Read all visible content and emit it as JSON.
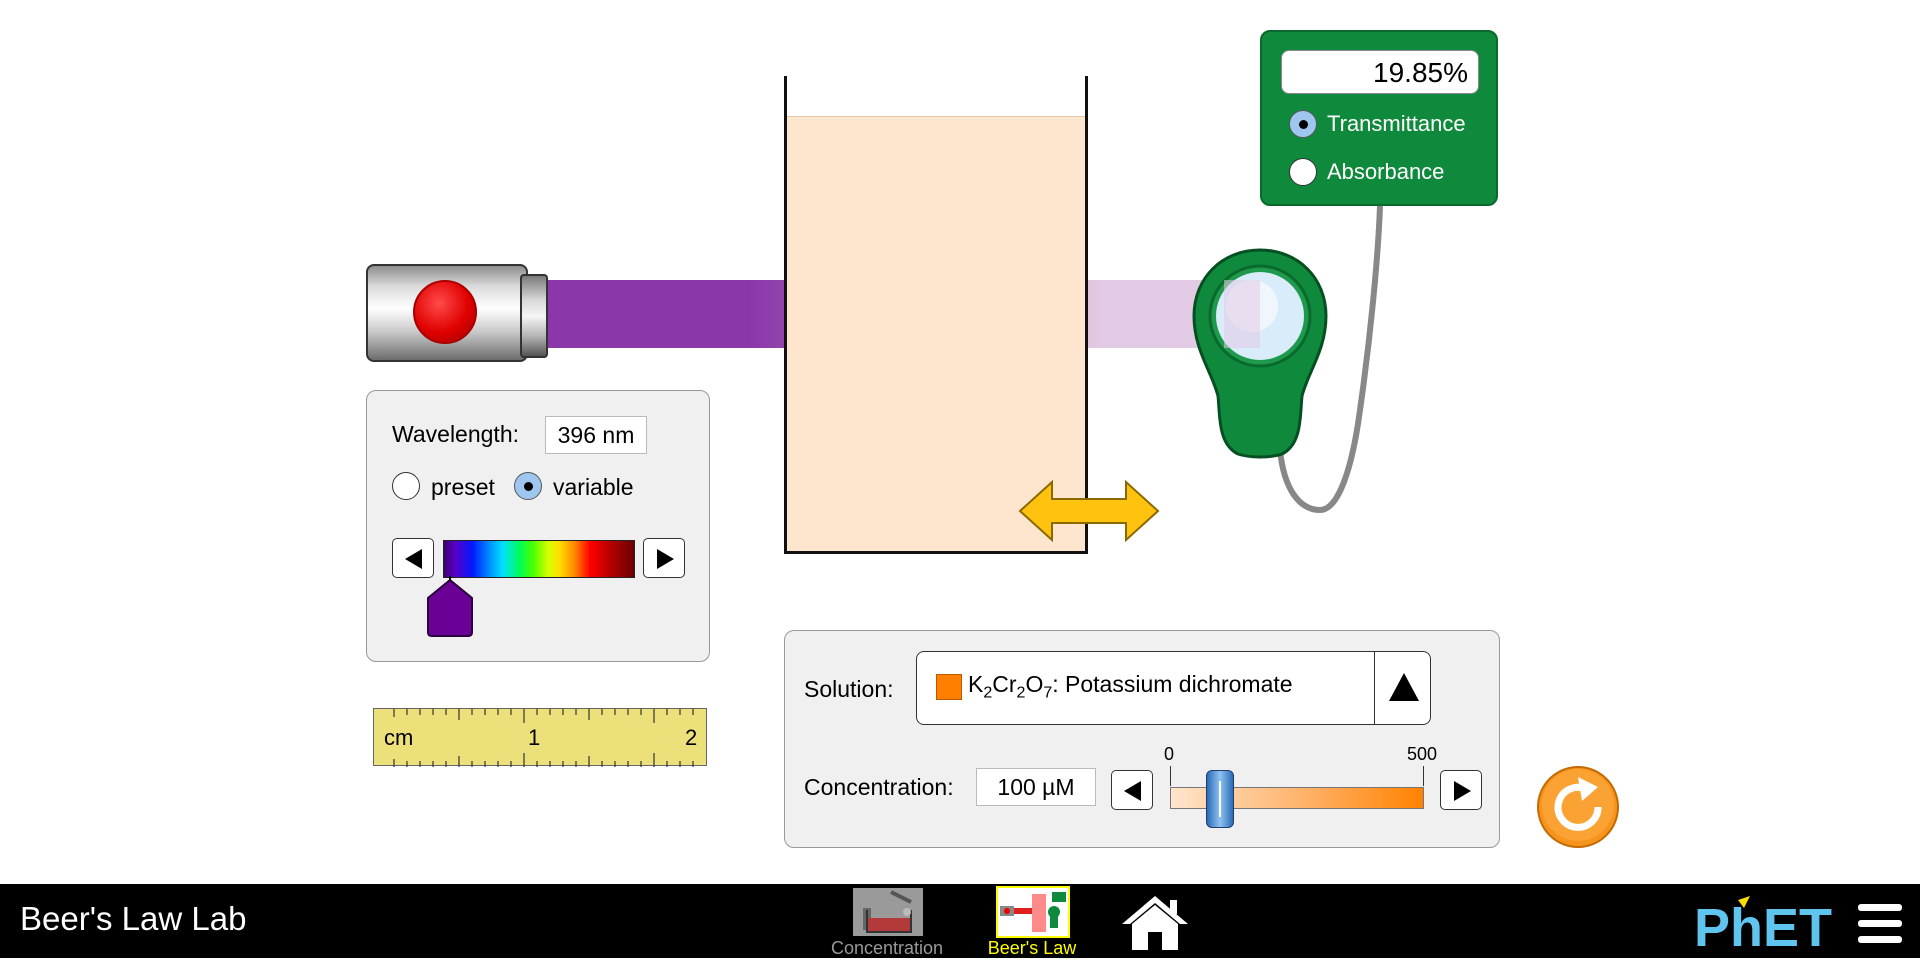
{
  "app": {
    "title": "Beer's Law Lab"
  },
  "meter": {
    "readout": "19.85%",
    "options": [
      {
        "label": "Transmittance",
        "selected": true
      },
      {
        "label": "Absorbance",
        "selected": false
      }
    ]
  },
  "wavelength": {
    "label": "Wavelength:",
    "value": "396 nm",
    "modes": [
      {
        "label": "preset",
        "selected": false
      },
      {
        "label": "variable",
        "selected": true
      }
    ],
    "thumb_color": "#6a0096"
  },
  "ruler": {
    "unit": "cm",
    "marks": [
      "1",
      "2"
    ]
  },
  "solution": {
    "label": "Solution:",
    "formula": {
      "k": "K",
      "k_sub": "2",
      "cr": "Cr",
      "cr_sub": "2",
      "o": "O",
      "o_sub": "7"
    },
    "name": ": Potassium dichromate",
    "swatch_color": "#ff7f00"
  },
  "concentration": {
    "label": "Concentration:",
    "value": "100 µM",
    "min_label": "0",
    "max_label": "500",
    "level_fraction": 0.2
  },
  "nav": {
    "tabs": [
      {
        "label": "Concentration",
        "active": false
      },
      {
        "label": "Beer's Law",
        "active": true
      }
    ]
  },
  "colors": {
    "beam": "#8a37a9",
    "solution_fill": "#fee5cd",
    "meter_green": "#0f8a3c",
    "active_tab": "#ffff00",
    "inactive_tab": "#999999",
    "reset_orange": "#f7941d"
  },
  "icons": {
    "light": "laser-pointer-icon",
    "detector": "detector-probe-icon",
    "drag": "double-arrow-icon",
    "reset": "reset-icon",
    "home": "home-icon",
    "menu": "hamburger-menu-icon",
    "logo": "phet-logo"
  }
}
